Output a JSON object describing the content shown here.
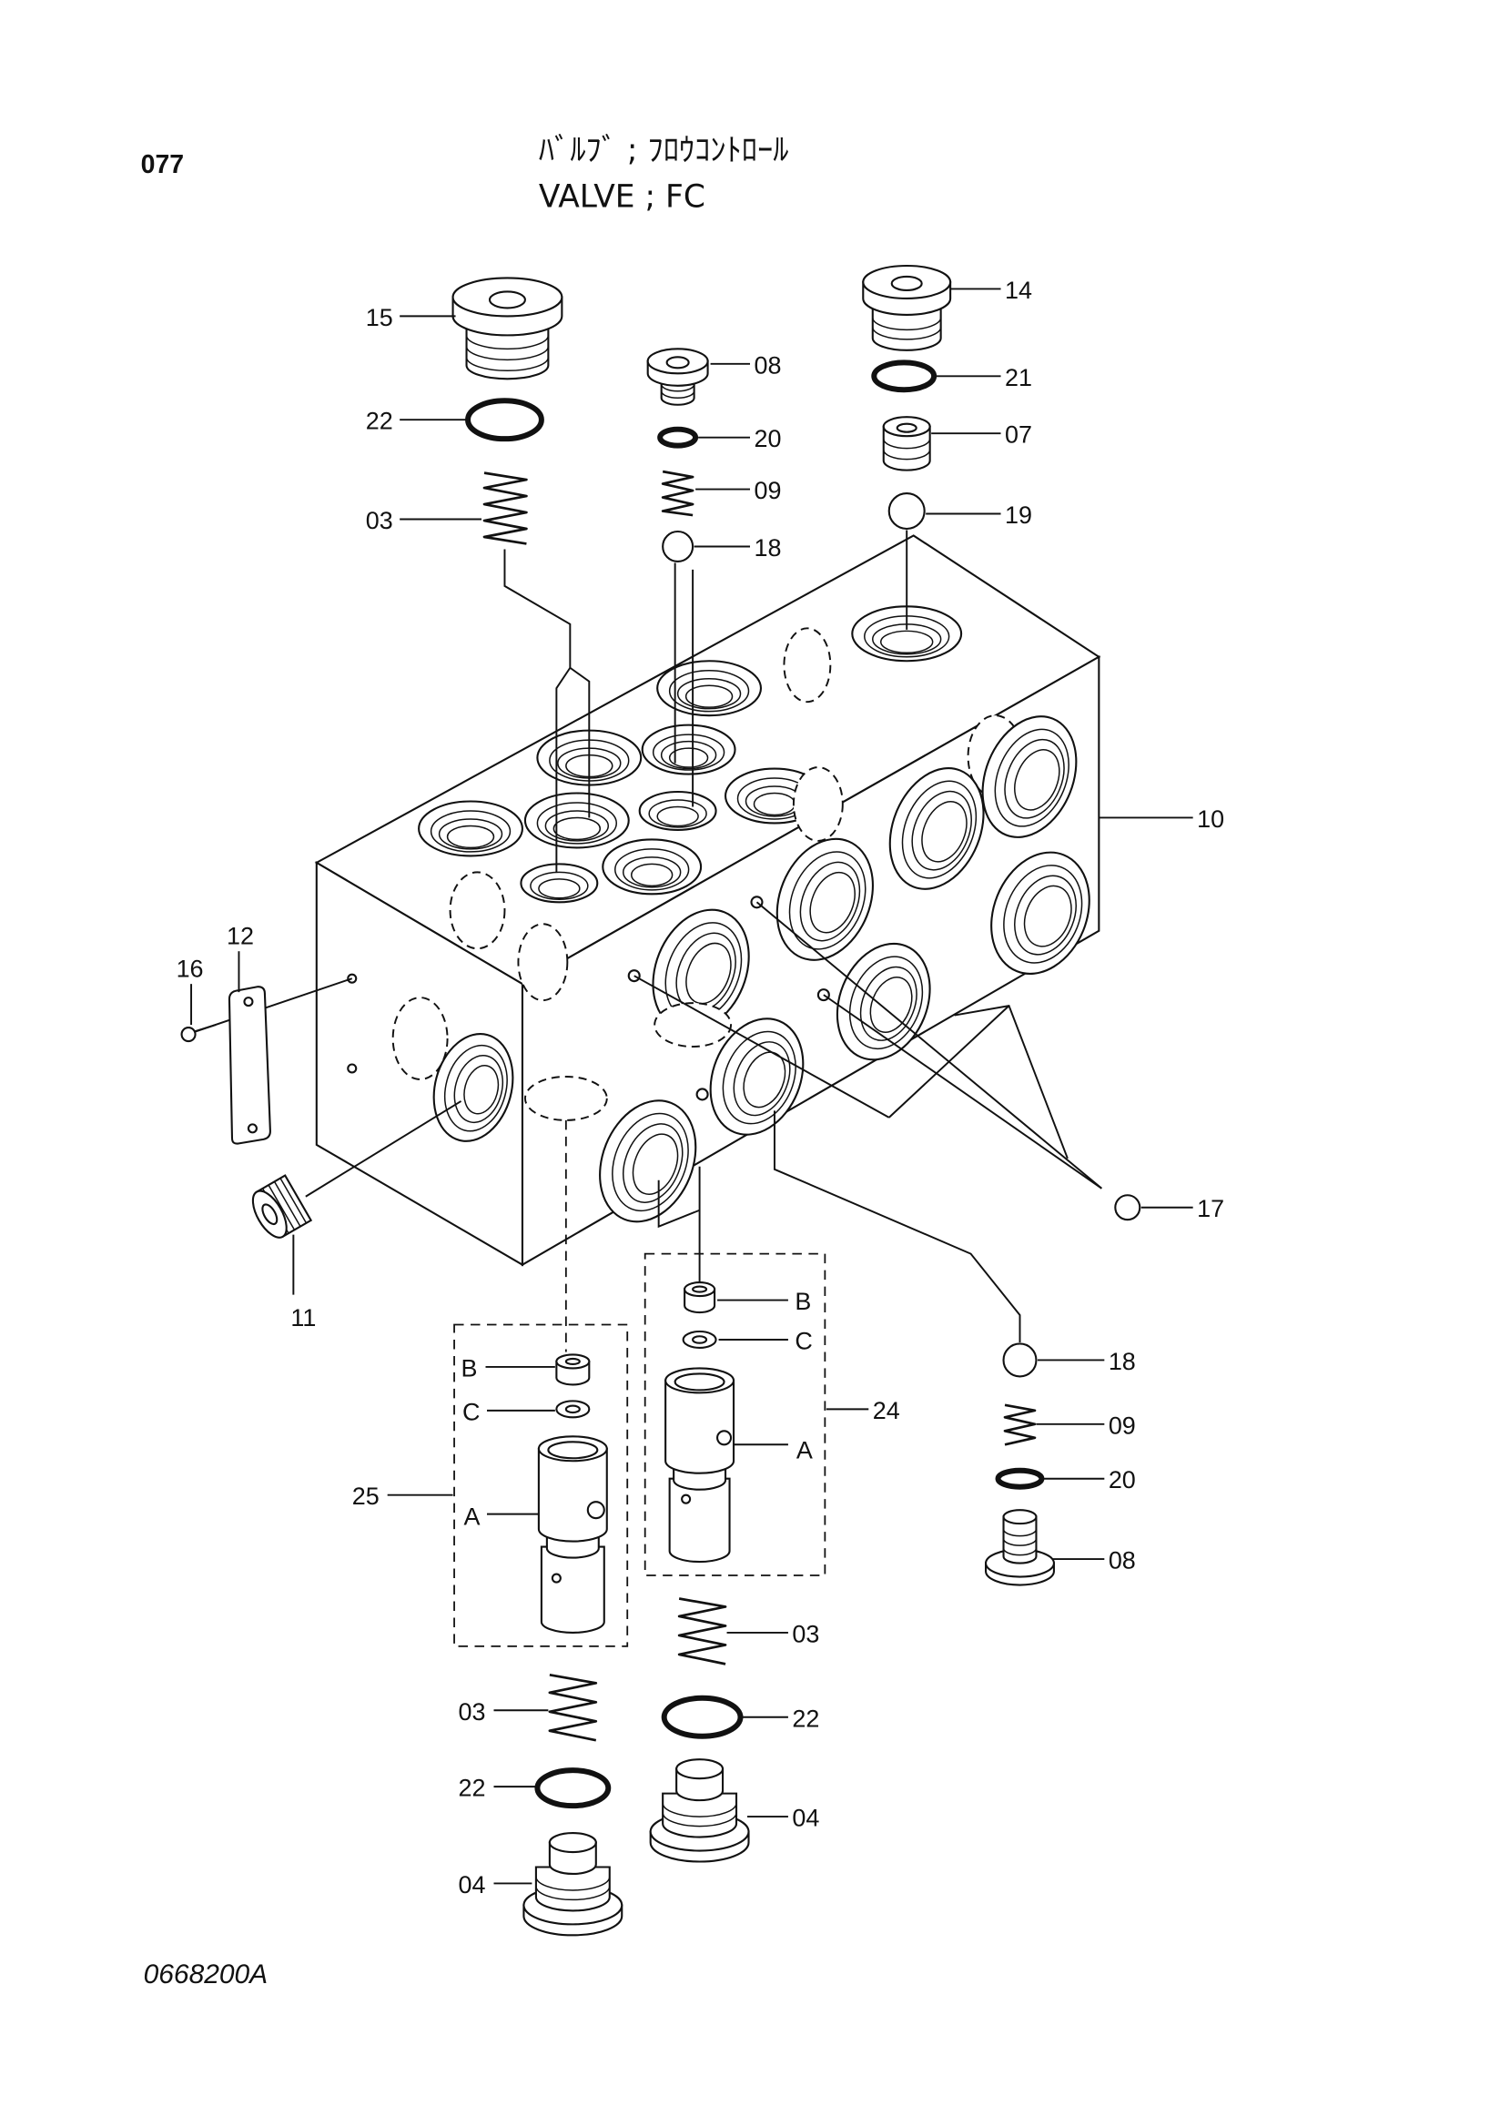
{
  "header": {
    "page_number": "077",
    "title_jp": "ﾊﾞﾙﾌﾞ ; ﾌﾛｳｺﾝﾄﾛｰﾙ",
    "title_en": "VALVE ; FC"
  },
  "footer": {
    "drawing_number": "0668200A"
  },
  "callouts": {
    "p15": "15",
    "p22_top": "22",
    "p03_top": "03",
    "p08_top": "08",
    "p20_top": "20",
    "p09_top": "09",
    "p18_top": "18",
    "p14": "14",
    "p21": "21",
    "p07": "07",
    "p19": "19",
    "p10": "10",
    "p12": "12",
    "p16": "16",
    "p11": "11",
    "p17": "17",
    "p18_right": "18",
    "p09_right": "09",
    "p20_right": "20",
    "p08_right": "08",
    "p24": "24",
    "p25": "25",
    "b24": "B",
    "c24": "C",
    "a24": "A",
    "b25": "B",
    "c25": "C",
    "a25": "A",
    "p03_mid": "03",
    "p22_mid": "22",
    "p04_mid": "04",
    "p03_left": "03",
    "p22_left": "22",
    "p04_left": "04"
  }
}
